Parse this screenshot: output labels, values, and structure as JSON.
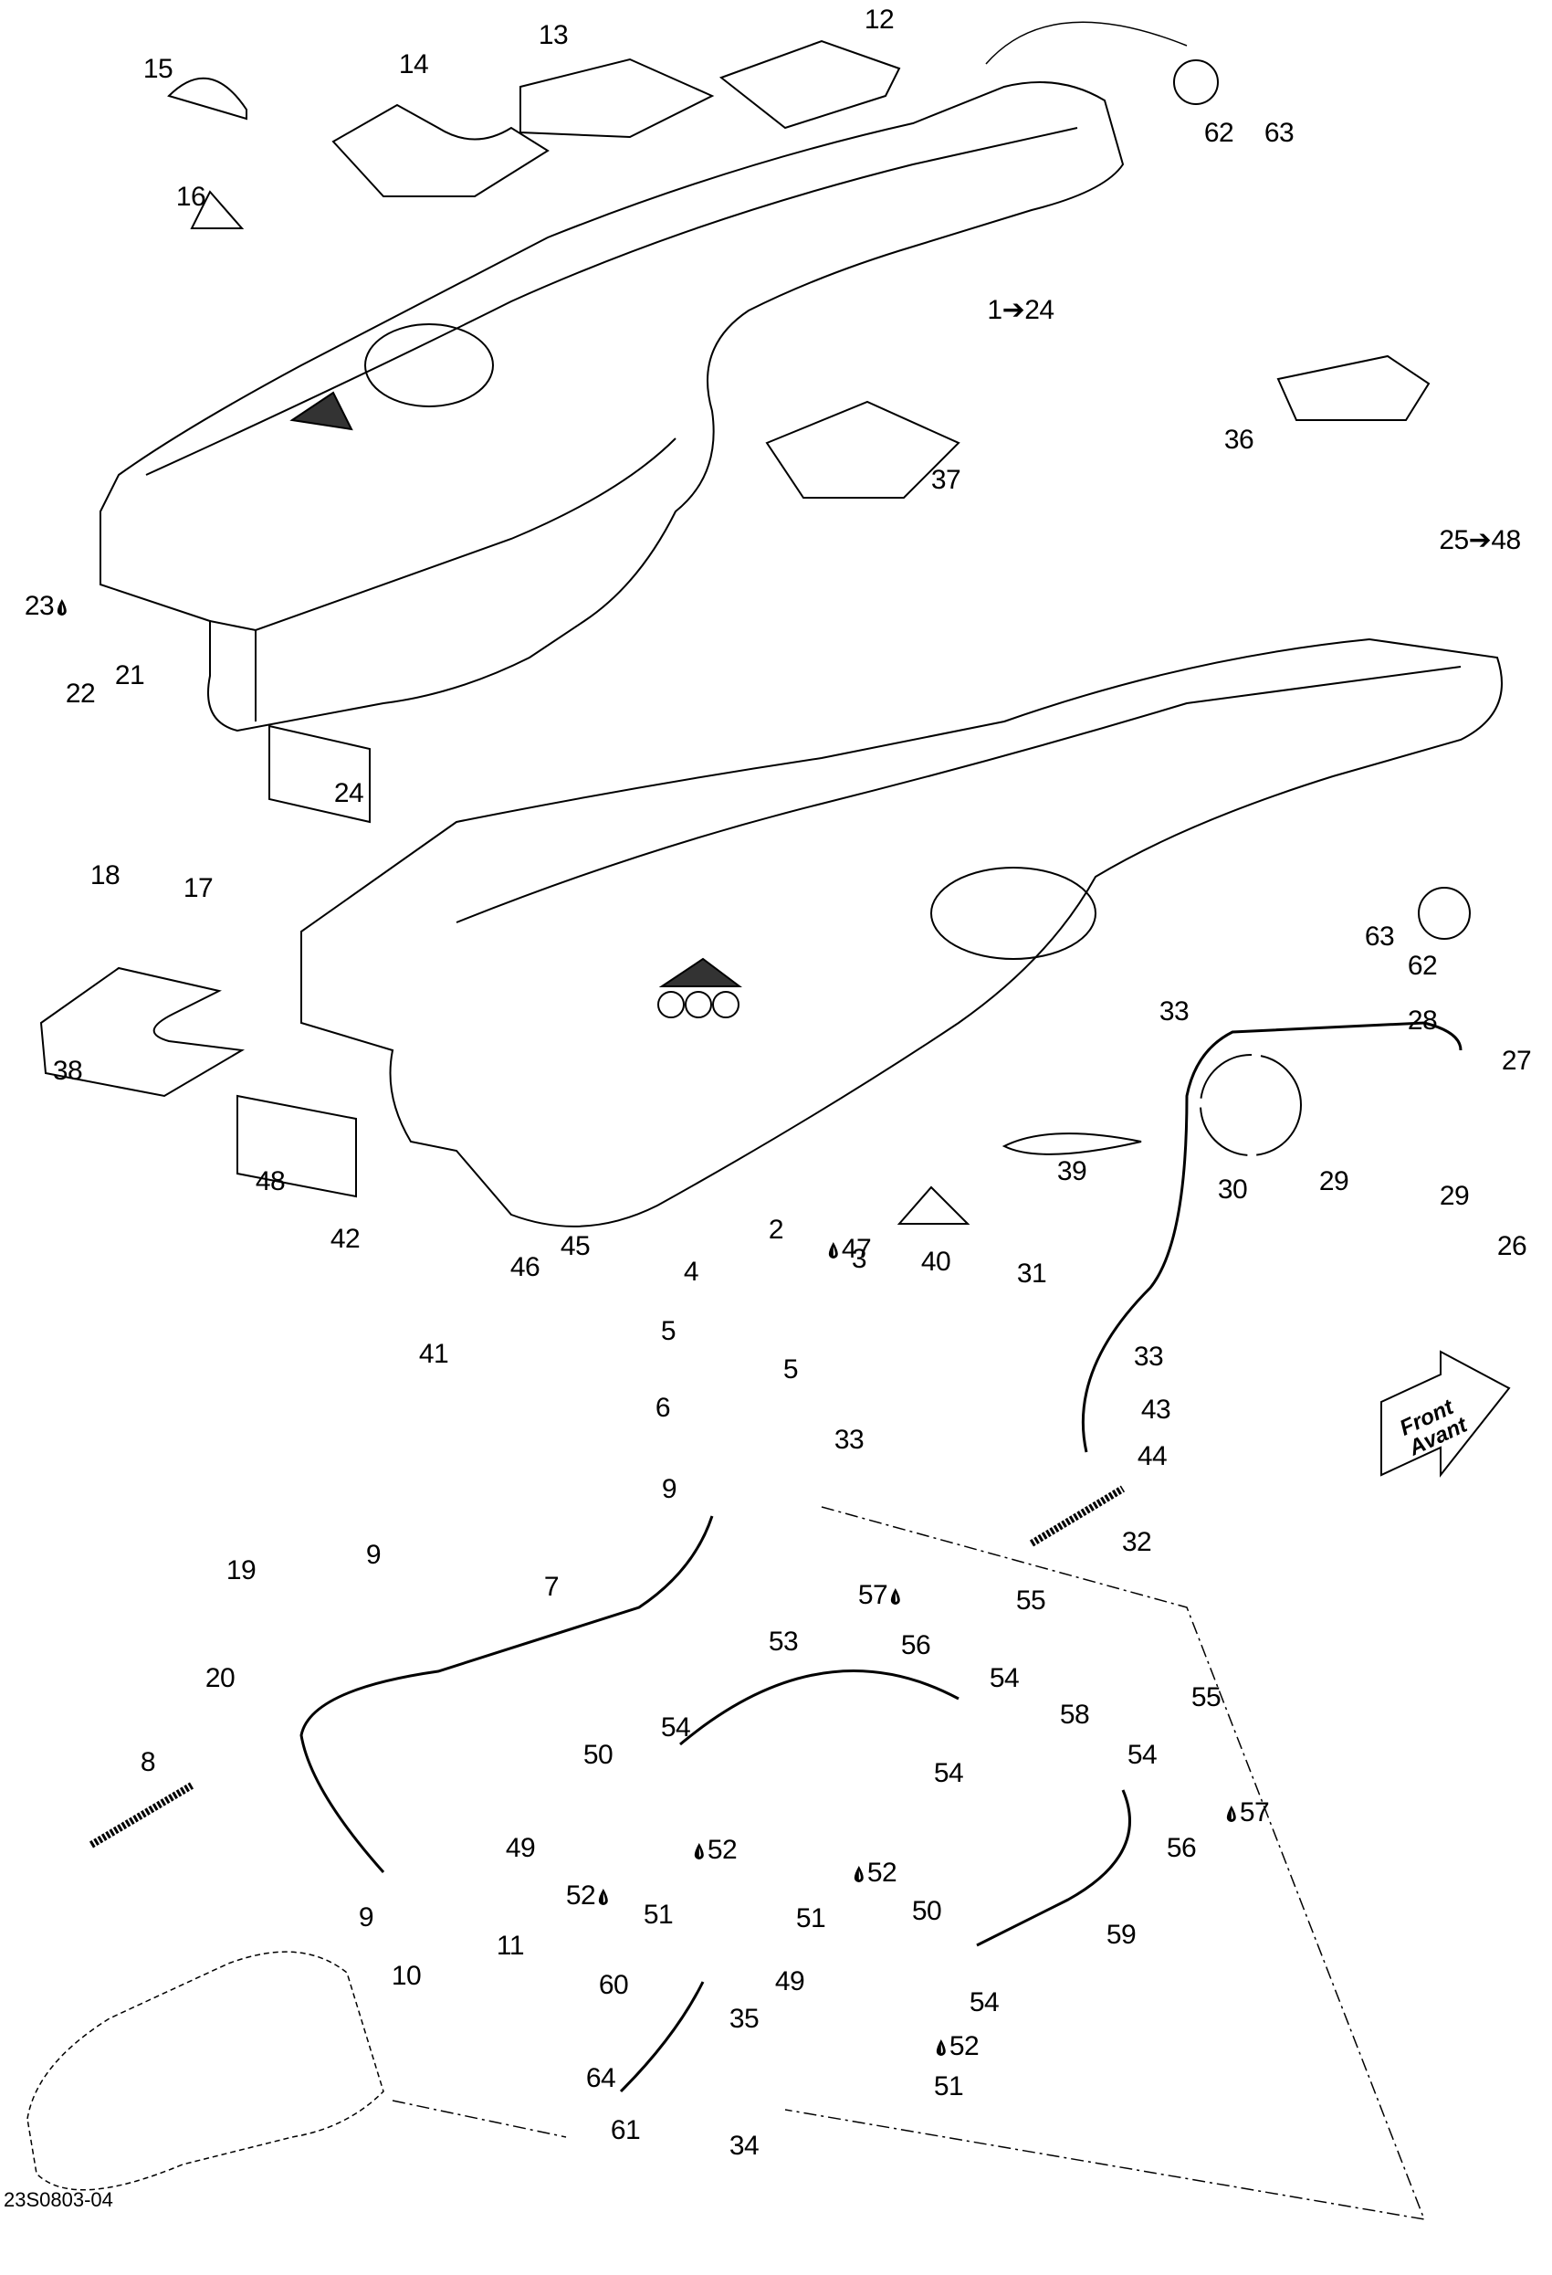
{
  "diagram": {
    "caption": "23S0803-04",
    "front_arrow": {
      "line1": "Front",
      "line2": "Avant"
    },
    "callouts": [
      {
        "id": "c12",
        "text": "12",
        "drop": false
      },
      {
        "id": "c13",
        "text": "13",
        "drop": false
      },
      {
        "id": "c14",
        "text": "14",
        "drop": false
      },
      {
        "id": "c15",
        "text": "15",
        "drop": false
      },
      {
        "id": "c16",
        "text": "16",
        "drop": false
      },
      {
        "id": "c62a",
        "text": "62",
        "drop": false
      },
      {
        "id": "c63a",
        "text": "63",
        "drop": false
      },
      {
        "id": "c1to24",
        "text": "1➔24",
        "drop": false
      },
      {
        "id": "c36",
        "text": "36",
        "drop": false
      },
      {
        "id": "c37",
        "text": "37",
        "drop": false
      },
      {
        "id": "c25to48",
        "text": "25➔48",
        "drop": false
      },
      {
        "id": "c23",
        "text": "23",
        "drop": true,
        "drop_side": "after"
      },
      {
        "id": "c21",
        "text": "21",
        "drop": false
      },
      {
        "id": "c22",
        "text": "22",
        "drop": false
      },
      {
        "id": "c24",
        "text": "24",
        "drop": false
      },
      {
        "id": "c18",
        "text": "18",
        "drop": false
      },
      {
        "id": "c17",
        "text": "17",
        "drop": false
      },
      {
        "id": "c63b",
        "text": "63",
        "drop": false
      },
      {
        "id": "c62b",
        "text": "62",
        "drop": false
      },
      {
        "id": "c38",
        "text": "38",
        "drop": false
      },
      {
        "id": "c48",
        "text": "48",
        "drop": false
      },
      {
        "id": "c33a",
        "text": "33",
        "drop": false
      },
      {
        "id": "c28",
        "text": "28",
        "drop": false
      },
      {
        "id": "c27",
        "text": "27",
        "drop": false
      },
      {
        "id": "c39",
        "text": "39",
        "drop": false
      },
      {
        "id": "c30",
        "text": "30",
        "drop": false
      },
      {
        "id": "c29a",
        "text": "29",
        "drop": false
      },
      {
        "id": "c29b",
        "text": "29",
        "drop": false
      },
      {
        "id": "c26",
        "text": "26",
        "drop": false
      },
      {
        "id": "c40",
        "text": "40",
        "drop": false
      },
      {
        "id": "c47",
        "text": "47",
        "drop": true,
        "drop_side": "before"
      },
      {
        "id": "c45",
        "text": "45",
        "drop": false
      },
      {
        "id": "c42",
        "text": "42",
        "drop": false
      },
      {
        "id": "c46",
        "text": "46",
        "drop": false
      },
      {
        "id": "c41",
        "text": "41",
        "drop": false
      },
      {
        "id": "c2",
        "text": "2",
        "drop": false
      },
      {
        "id": "c3",
        "text": "3",
        "drop": false
      },
      {
        "id": "c4",
        "text": "4",
        "drop": false
      },
      {
        "id": "c31",
        "text": "31",
        "drop": false
      },
      {
        "id": "c5a",
        "text": "5",
        "drop": false
      },
      {
        "id": "c5b",
        "text": "5",
        "drop": false
      },
      {
        "id": "c33b",
        "text": "33",
        "drop": false
      },
      {
        "id": "c6",
        "text": "6",
        "drop": false
      },
      {
        "id": "c43",
        "text": "43",
        "drop": false
      },
      {
        "id": "c44",
        "text": "44",
        "drop": false
      },
      {
        "id": "c33c",
        "text": "33",
        "drop": false
      },
      {
        "id": "c9a",
        "text": "9",
        "drop": false
      },
      {
        "id": "c32",
        "text": "32",
        "drop": false
      },
      {
        "id": "c19",
        "text": "19",
        "drop": false
      },
      {
        "id": "c9b",
        "text": "9",
        "drop": false
      },
      {
        "id": "c7",
        "text": "7",
        "drop": false
      },
      {
        "id": "c57a",
        "text": "57",
        "drop": true,
        "drop_side": "after"
      },
      {
        "id": "c55a",
        "text": "55",
        "drop": false
      },
      {
        "id": "c53",
        "text": "53",
        "drop": false
      },
      {
        "id": "c56a",
        "text": "56",
        "drop": false
      },
      {
        "id": "c20",
        "text": "20",
        "drop": false
      },
      {
        "id": "c54a",
        "text": "54",
        "drop": false
      },
      {
        "id": "c58",
        "text": "58",
        "drop": false
      },
      {
        "id": "c55b",
        "text": "55",
        "drop": false
      },
      {
        "id": "c54b",
        "text": "54",
        "drop": false
      },
      {
        "id": "c50a",
        "text": "50",
        "drop": false
      },
      {
        "id": "c54c",
        "text": "54",
        "drop": false
      },
      {
        "id": "c8",
        "text": "8",
        "drop": false
      },
      {
        "id": "c54d",
        "text": "54",
        "drop": false
      },
      {
        "id": "c57b",
        "text": "57",
        "drop": true,
        "drop_side": "before"
      },
      {
        "id": "c56b",
        "text": "56",
        "drop": false
      },
      {
        "id": "c49a",
        "text": "49",
        "drop": false
      },
      {
        "id": "c52a",
        "text": "52",
        "drop": true,
        "drop_side": "before"
      },
      {
        "id": "c52b",
        "text": "52",
        "drop": true,
        "drop_side": "after"
      },
      {
        "id": "c52c",
        "text": "52",
        "drop": true,
        "drop_side": "before"
      },
      {
        "id": "c51a",
        "text": "51",
        "drop": false
      },
      {
        "id": "c50b",
        "text": "50",
        "drop": false
      },
      {
        "id": "c11",
        "text": "11",
        "drop": false
      },
      {
        "id": "c51b",
        "text": "51",
        "drop": false
      },
      {
        "id": "c59",
        "text": "59",
        "drop": false
      },
      {
        "id": "c9c",
        "text": "9",
        "drop": false
      },
      {
        "id": "c49b",
        "text": "49",
        "drop": false
      },
      {
        "id": "c54e",
        "text": "54",
        "drop": false
      },
      {
        "id": "c10",
        "text": "10",
        "drop": false
      },
      {
        "id": "c60",
        "text": "60",
        "drop": false
      },
      {
        "id": "c35",
        "text": "35",
        "drop": false
      },
      {
        "id": "c52d",
        "text": "52",
        "drop": true,
        "drop_side": "before"
      },
      {
        "id": "c64",
        "text": "64",
        "drop": false
      },
      {
        "id": "c51c",
        "text": "51",
        "drop": false
      },
      {
        "id": "c34",
        "text": "34",
        "drop": false
      },
      {
        "id": "c61",
        "text": "61",
        "drop": false
      }
    ]
  }
}
